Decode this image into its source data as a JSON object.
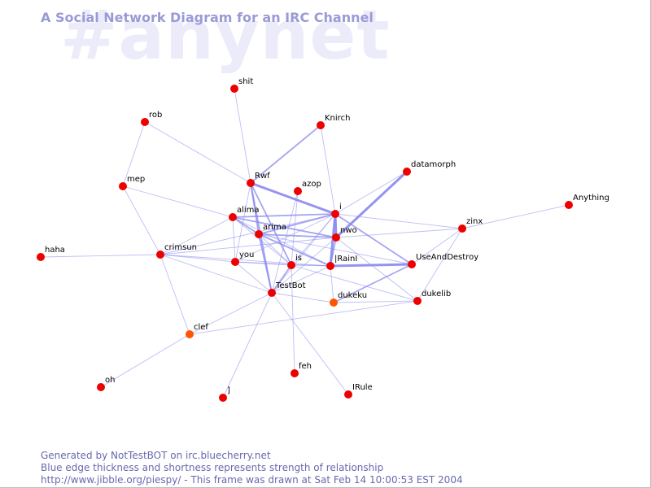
{
  "watermark": "#anynet",
  "title": "A Social Network Diagram for an IRC Channel",
  "footer": {
    "line1": "Generated by NotTestBOT on irc.bluecherry.net",
    "line2": "Blue edge thickness and shortness represents strength of relationship",
    "line3": "http://www.jibble.org/piespy/ - This frame was drawn at Sat Feb 14 10:00:53 EST 2004"
  },
  "colors": {
    "node": "#ee0000",
    "node_active": "#ff5500",
    "edge": "#8888ee",
    "title": "#9a9ad6",
    "watermark": "#ebebfa",
    "footer": "#6868b0"
  },
  "nodes": [
    {
      "id": "shit",
      "label": "shit"
    },
    {
      "id": "rob",
      "label": "rob"
    },
    {
      "id": "Knirch",
      "label": "Knirch"
    },
    {
      "id": "datamorph",
      "label": "datamorph"
    },
    {
      "id": "Rwf",
      "label": "Rwf"
    },
    {
      "id": "azop",
      "label": "azop"
    },
    {
      "id": "mep",
      "label": "mep"
    },
    {
      "id": "Anything",
      "label": "Anything"
    },
    {
      "id": "i",
      "label": "i"
    },
    {
      "id": "alima",
      "label": "alima"
    },
    {
      "id": "zinx",
      "label": "zinx"
    },
    {
      "id": "arima",
      "label": "arima"
    },
    {
      "id": "nwo",
      "label": "nwo"
    },
    {
      "id": "haha",
      "label": "haha"
    },
    {
      "id": "crimsun",
      "label": "crimsun"
    },
    {
      "id": "you",
      "label": "you"
    },
    {
      "id": "is",
      "label": "is"
    },
    {
      "id": "IRainI",
      "label": "|RainI"
    },
    {
      "id": "UseAndDestroy",
      "label": "UseAndDestroy"
    },
    {
      "id": "TestBot",
      "label": "TestBot"
    },
    {
      "id": "dukeku",
      "label": "dukeku",
      "active": true
    },
    {
      "id": "dukelib",
      "label": "dukelib"
    },
    {
      "id": "clef",
      "label": "clef",
      "active": true
    },
    {
      "id": "feh",
      "label": "feh"
    },
    {
      "id": "oh",
      "label": "oh"
    },
    {
      "id": "IRule",
      "label": "IRule"
    },
    {
      "id": "J",
      "label": "]"
    }
  ],
  "edges": [
    {
      "source": "shit",
      "target": "Rwf",
      "weight": 1
    },
    {
      "source": "rob",
      "target": "mep",
      "weight": 1
    },
    {
      "source": "rob",
      "target": "Rwf",
      "weight": 1
    },
    {
      "source": "Knirch",
      "target": "Rwf",
      "weight": 2
    },
    {
      "source": "Knirch",
      "target": "i",
      "weight": 1
    },
    {
      "source": "datamorph",
      "target": "i",
      "weight": 1
    },
    {
      "source": "datamorph",
      "target": "nwo",
      "weight": 3
    },
    {
      "source": "Anything",
      "target": "zinx",
      "weight": 1
    },
    {
      "source": "mep",
      "target": "alima",
      "weight": 1
    },
    {
      "source": "mep",
      "target": "crimsun",
      "weight": 1
    },
    {
      "source": "haha",
      "target": "crimsun",
      "weight": 1
    },
    {
      "source": "Rwf",
      "target": "i",
      "weight": 3
    },
    {
      "source": "Rwf",
      "target": "arima",
      "weight": 2
    },
    {
      "source": "Rwf",
      "target": "TestBot",
      "weight": 2
    },
    {
      "source": "Rwf",
      "target": "is",
      "weight": 2
    },
    {
      "source": "Rwf",
      "target": "you",
      "weight": 1
    },
    {
      "source": "azop",
      "target": "TestBot",
      "weight": 1
    },
    {
      "source": "azop",
      "target": "is",
      "weight": 1
    },
    {
      "source": "i",
      "target": "alima",
      "weight": 2
    },
    {
      "source": "i",
      "target": "arima",
      "weight": 2
    },
    {
      "source": "i",
      "target": "nwo",
      "weight": 3
    },
    {
      "source": "i",
      "target": "IRainI",
      "weight": 3
    },
    {
      "source": "i",
      "target": "UseAndDestroy",
      "weight": 2
    },
    {
      "source": "i",
      "target": "zinx",
      "weight": 1
    },
    {
      "source": "i",
      "target": "crimsun",
      "weight": 1
    },
    {
      "source": "i",
      "target": "you",
      "weight": 1
    },
    {
      "source": "i",
      "target": "TestBot",
      "weight": 1
    },
    {
      "source": "i",
      "target": "is",
      "weight": 1
    },
    {
      "source": "alima",
      "target": "crimsun",
      "weight": 1
    },
    {
      "source": "alima",
      "target": "arima",
      "weight": 2
    },
    {
      "source": "alima",
      "target": "nwo",
      "weight": 2
    },
    {
      "source": "alima",
      "target": "IRainI",
      "weight": 1
    },
    {
      "source": "alima",
      "target": "you",
      "weight": 1
    },
    {
      "source": "alima",
      "target": "is",
      "weight": 1
    },
    {
      "source": "arima",
      "target": "TestBot",
      "weight": 2
    },
    {
      "source": "arima",
      "target": "nwo",
      "weight": 2
    },
    {
      "source": "arima",
      "target": "IRainI",
      "weight": 2
    },
    {
      "source": "arima",
      "target": "is",
      "weight": 1
    },
    {
      "source": "arima",
      "target": "UseAndDestroy",
      "weight": 1
    },
    {
      "source": "nwo",
      "target": "zinx",
      "weight": 1
    },
    {
      "source": "nwo",
      "target": "IRainI",
      "weight": 2
    },
    {
      "source": "nwo",
      "target": "TestBot",
      "weight": 1
    },
    {
      "source": "nwo",
      "target": "crimsun",
      "weight": 1
    },
    {
      "source": "nwo",
      "target": "dukelib",
      "weight": 1
    },
    {
      "source": "crimsun",
      "target": "clef",
      "weight": 1
    },
    {
      "source": "crimsun",
      "target": "you",
      "weight": 1
    },
    {
      "source": "crimsun",
      "target": "IRainI",
      "weight": 1
    },
    {
      "source": "crimsun",
      "target": "TestBot",
      "weight": 1
    },
    {
      "source": "you",
      "target": "IRainI",
      "weight": 1
    },
    {
      "source": "you",
      "target": "TestBot",
      "weight": 1
    },
    {
      "source": "you",
      "target": "is",
      "weight": 1
    },
    {
      "source": "is",
      "target": "IRainI",
      "weight": 1
    },
    {
      "source": "is",
      "target": "TestBot",
      "weight": 2
    },
    {
      "source": "is",
      "target": "feh",
      "weight": 1
    },
    {
      "source": "is",
      "target": "dukelib",
      "weight": 1
    },
    {
      "source": "IRainI",
      "target": "UseAndDestroy",
      "weight": 3
    },
    {
      "source": "IRainI",
      "target": "TestBot",
      "weight": 1
    },
    {
      "source": "IRainI",
      "target": "dukeku",
      "weight": 1
    },
    {
      "source": "UseAndDestroy",
      "target": "dukeku",
      "weight": 2
    },
    {
      "source": "UseAndDestroy",
      "target": "zinx",
      "weight": 1
    },
    {
      "source": "TestBot",
      "target": "dukeku",
      "weight": 1
    },
    {
      "source": "TestBot",
      "target": "clef",
      "weight": 1
    },
    {
      "source": "TestBot",
      "target": "J",
      "weight": 1
    },
    {
      "source": "TestBot",
      "target": "IRule",
      "weight": 1
    },
    {
      "source": "dukeku",
      "target": "dukelib",
      "weight": 1
    },
    {
      "source": "clef",
      "target": "oh",
      "weight": 1
    },
    {
      "source": "clef",
      "target": "dukelib",
      "weight": 1
    },
    {
      "source": "zinx",
      "target": "dukelib",
      "weight": 1
    }
  ]
}
